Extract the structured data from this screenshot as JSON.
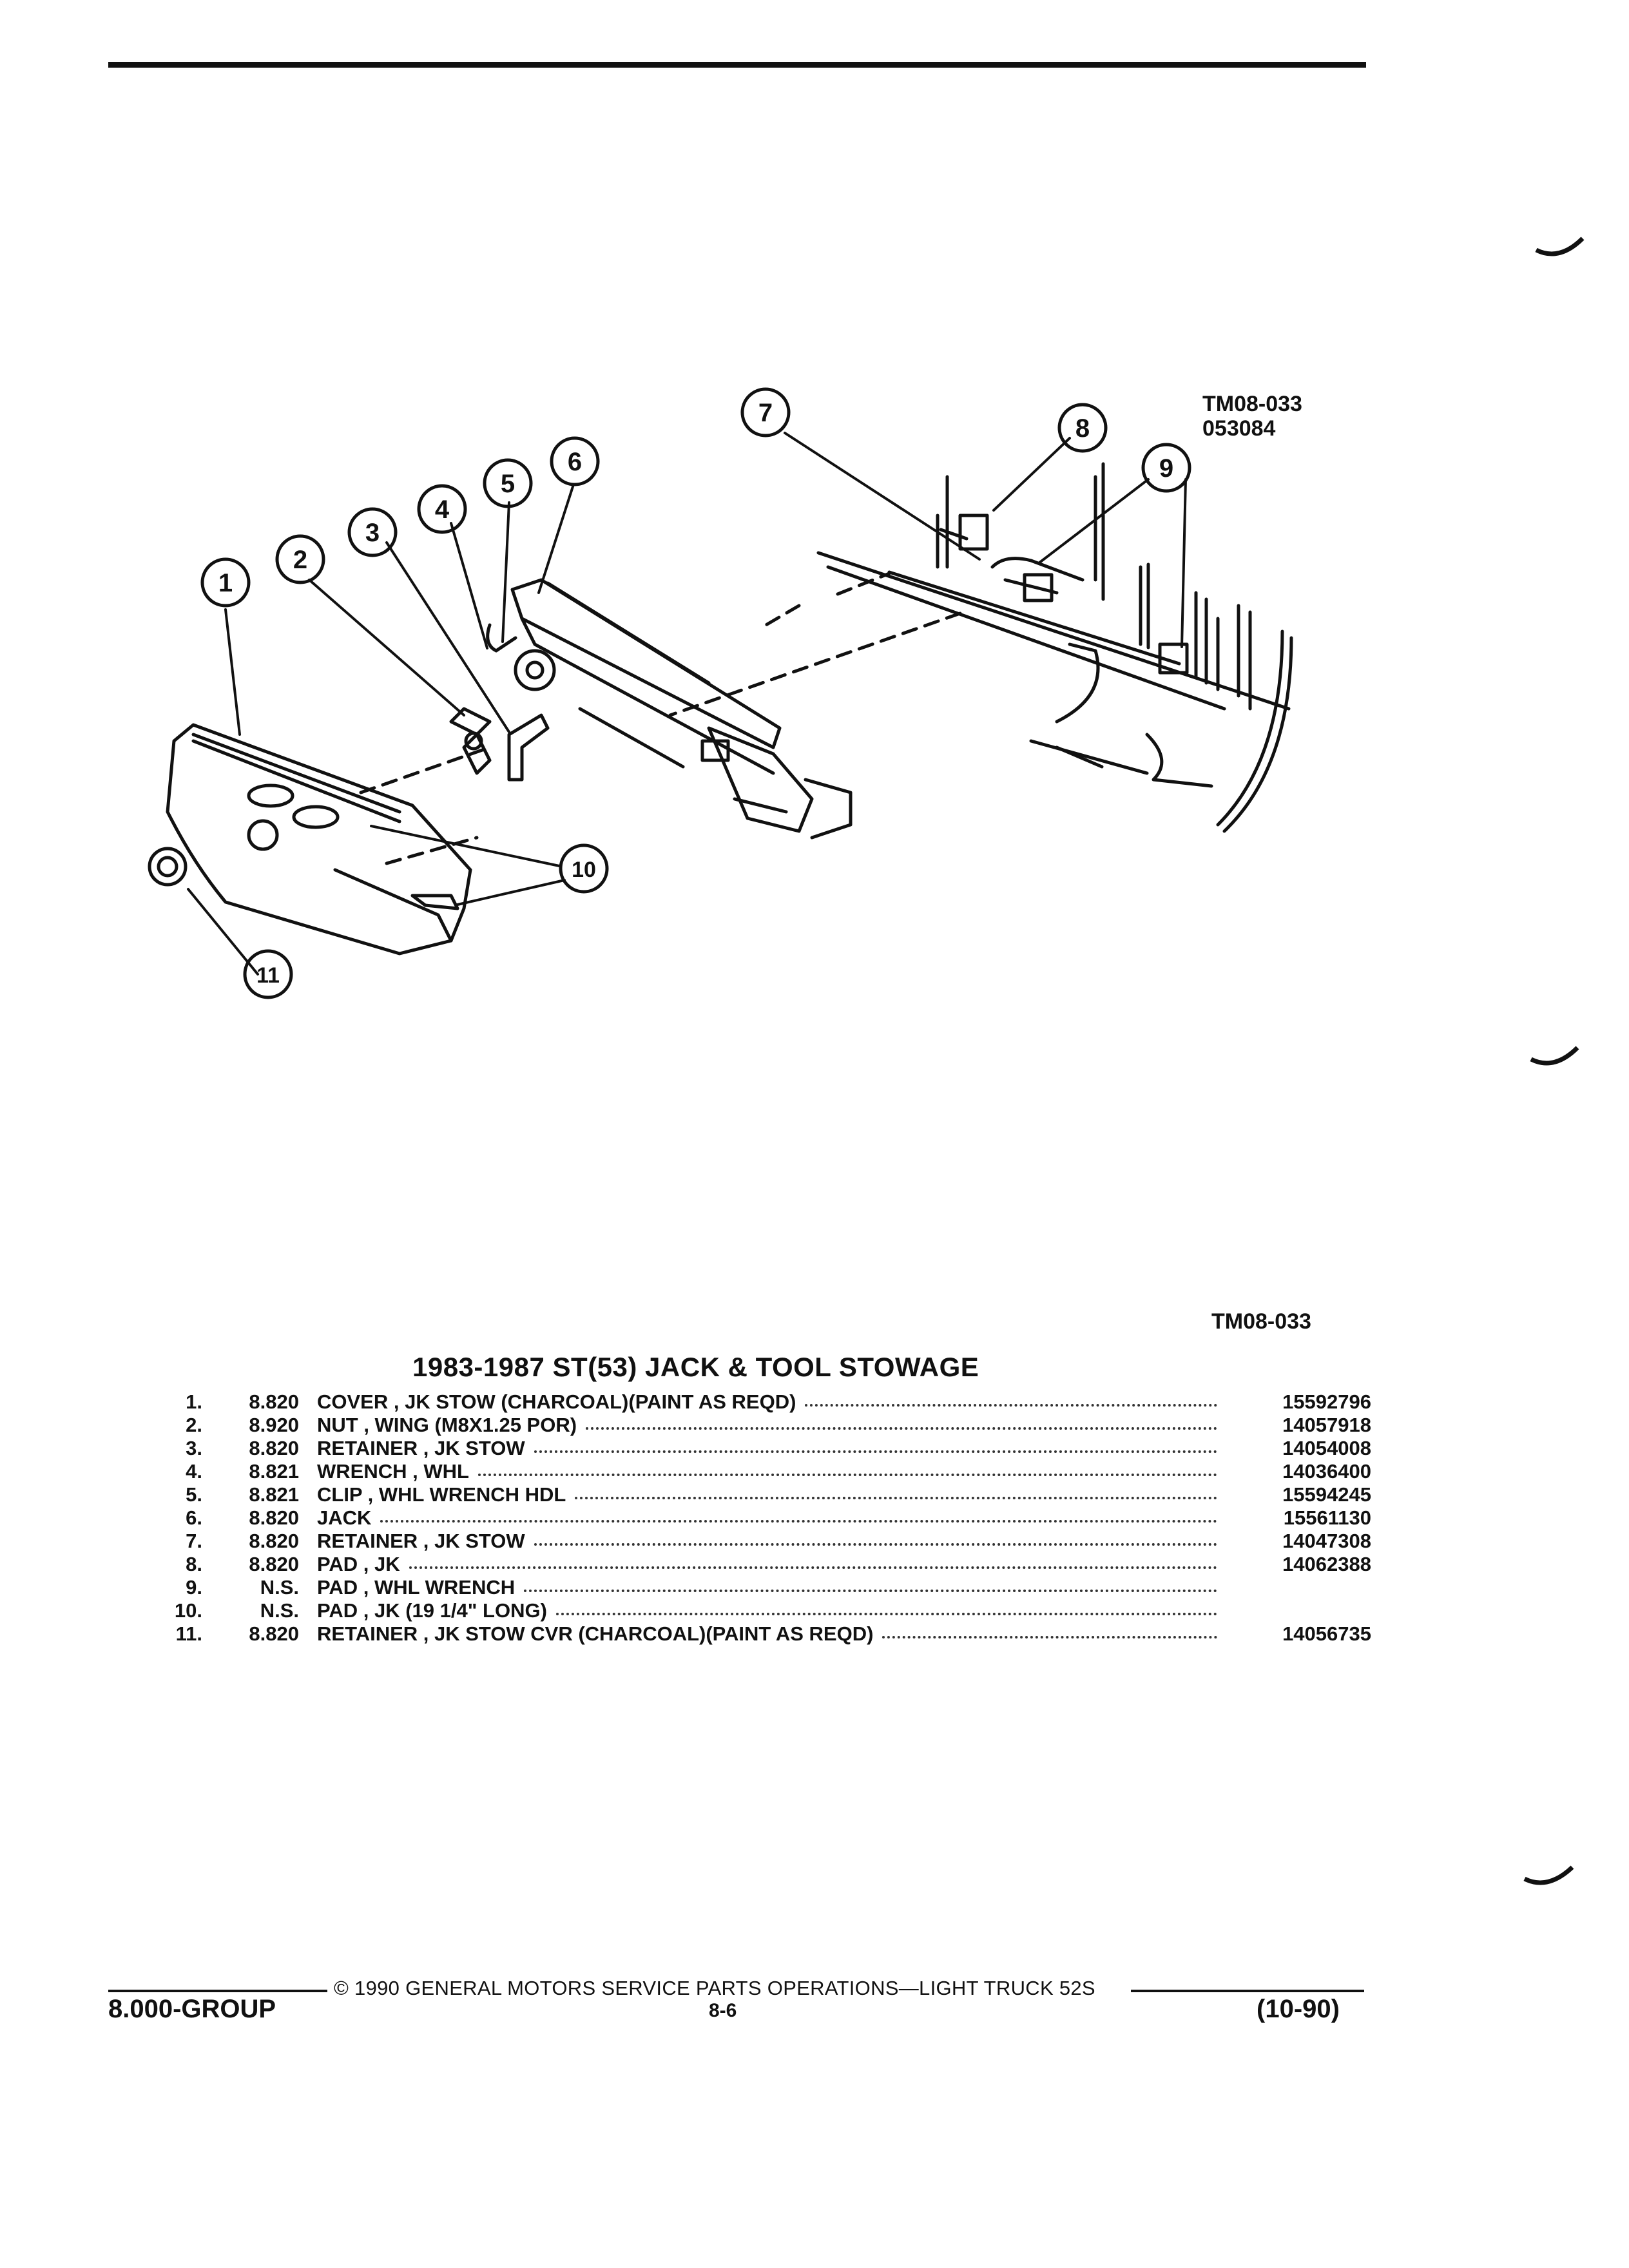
{
  "figure": {
    "code_top": "TM08-033",
    "code_date": "053084",
    "code_bottom": "TM08-033",
    "callouts": [
      "1",
      "2",
      "3",
      "4",
      "5",
      "6",
      "7",
      "8",
      "9",
      "10",
      "11"
    ]
  },
  "title": "1983-1987 ST(53) JACK & TOOL STOWAGE",
  "parts": [
    {
      "num": "1.",
      "group": "8.820",
      "desc": "COVER , JK STOW (CHARCOAL)(PAINT AS REQD)",
      "part": "15592796"
    },
    {
      "num": "2.",
      "group": "8.920",
      "desc": "NUT , WING (M8X1.25 POR)",
      "part": "14057918"
    },
    {
      "num": "3.",
      "group": "8.820",
      "desc": "RETAINER , JK STOW",
      "part": "14054008"
    },
    {
      "num": "4.",
      "group": "8.821",
      "desc": "WRENCH , WHL",
      "part": "14036400"
    },
    {
      "num": "5.",
      "group": "8.821",
      "desc": "CLIP , WHL WRENCH HDL",
      "part": "15594245"
    },
    {
      "num": "6.",
      "group": "8.820",
      "desc": "JACK",
      "part": "15561130"
    },
    {
      "num": "7.",
      "group": "8.820",
      "desc": "RETAINER , JK STOW",
      "part": "14047308"
    },
    {
      "num": "8.",
      "group": "8.820",
      "desc": "PAD , JK",
      "part": "14062388"
    },
    {
      "num": "9.",
      "group": "N.S.",
      "desc": "PAD , WHL WRENCH",
      "part": ""
    },
    {
      "num": "10.",
      "group": "N.S.",
      "desc": "PAD , JK (19 1/4\" LONG)",
      "part": ""
    },
    {
      "num": "11.",
      "group": "8.820",
      "desc": "RETAINER , JK STOW CVR (CHARCOAL)(PAINT AS REQD)",
      "part": "14056735"
    }
  ],
  "footer": {
    "copyright": "© 1990 GENERAL MOTORS SERVICE PARTS OPERATIONS—LIGHT TRUCK 52S",
    "group": "8.000-GROUP",
    "page": "8-6",
    "date": "(10-90)"
  }
}
